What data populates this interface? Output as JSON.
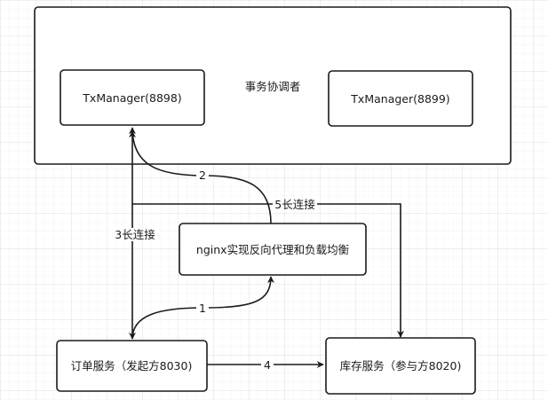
{
  "nodes": {
    "coordinator": {
      "label": "事务协调者"
    },
    "tx_manager_a": {
      "label": "TxManager(8898)"
    },
    "tx_manager_b": {
      "label": "TxManager(8899)"
    },
    "nginx": {
      "label": "nginx实现反向代理和负载均衡"
    },
    "order_service": {
      "label": "订单服务（发起方8030)"
    },
    "stock_service": {
      "label": "库存服务（参与方8020)"
    }
  },
  "edges": {
    "e1": {
      "label": "1"
    },
    "e2": {
      "label": "2"
    },
    "e3": {
      "label": "3长连接"
    },
    "e4": {
      "label": "4"
    },
    "e5": {
      "label": "5长连接"
    }
  }
}
